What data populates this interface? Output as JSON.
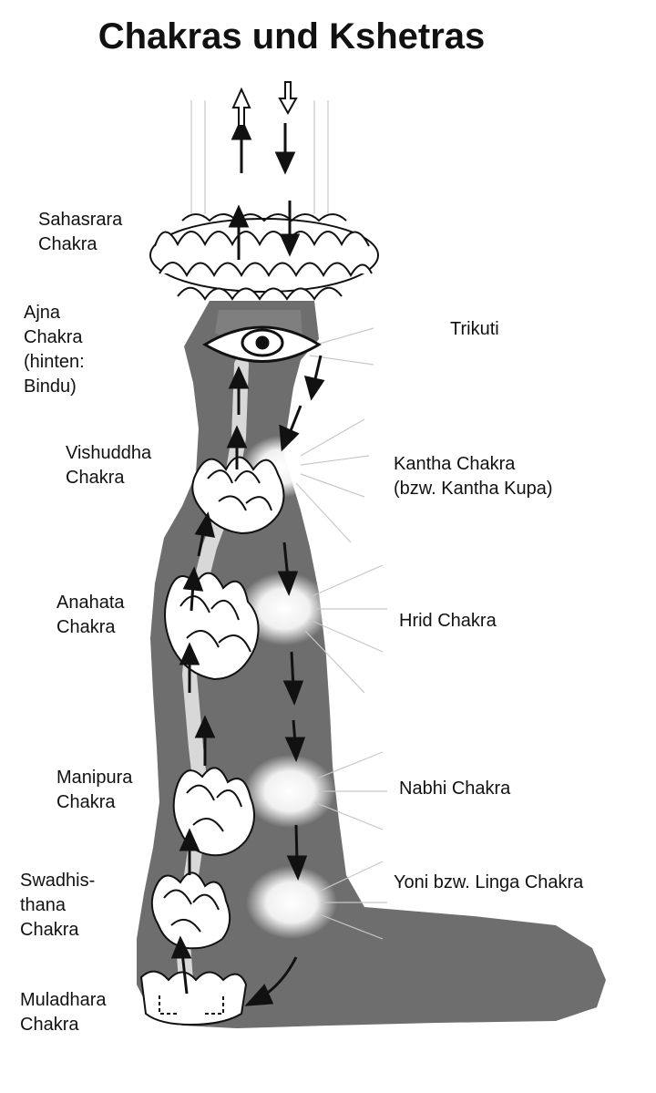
{
  "title": "Chakras und Kshetras",
  "chakras": [
    {
      "id": "sahasrara",
      "lines": [
        "Sahasrara",
        "Chakra"
      ]
    },
    {
      "id": "ajna",
      "lines": [
        "Ajna",
        "Chakra",
        "(hinten:",
        "Bindu)"
      ]
    },
    {
      "id": "vishuddha",
      "lines": [
        "Vishuddha",
        "Chakra"
      ]
    },
    {
      "id": "anahata",
      "lines": [
        "Anahata",
        "Chakra"
      ]
    },
    {
      "id": "manipura",
      "lines": [
        "Manipura",
        "Chakra"
      ]
    },
    {
      "id": "swadhisthana",
      "lines": [
        "Swadhis-",
        "thana",
        "Chakra"
      ]
    },
    {
      "id": "muladhara",
      "lines": [
        "Muladhara",
        "Chakra"
      ]
    }
  ],
  "kshetras": [
    {
      "id": "trikuti",
      "lines": [
        "Trikuti"
      ]
    },
    {
      "id": "kantha",
      "lines": [
        "Kantha Chakra",
        "(bzw. Kantha Kupa)"
      ]
    },
    {
      "id": "hrid",
      "lines": [
        "Hrid Chakra"
      ]
    },
    {
      "id": "nabhi",
      "lines": [
        "Nabhi Chakra"
      ]
    },
    {
      "id": "yoni",
      "lines": [
        "Yoni bzw. Linga Chakra"
      ]
    }
  ],
  "colors": {
    "body": "#6e6e6e",
    "body_light": "#9a9a9a",
    "ink": "#111111",
    "flower": "#ffffff"
  }
}
